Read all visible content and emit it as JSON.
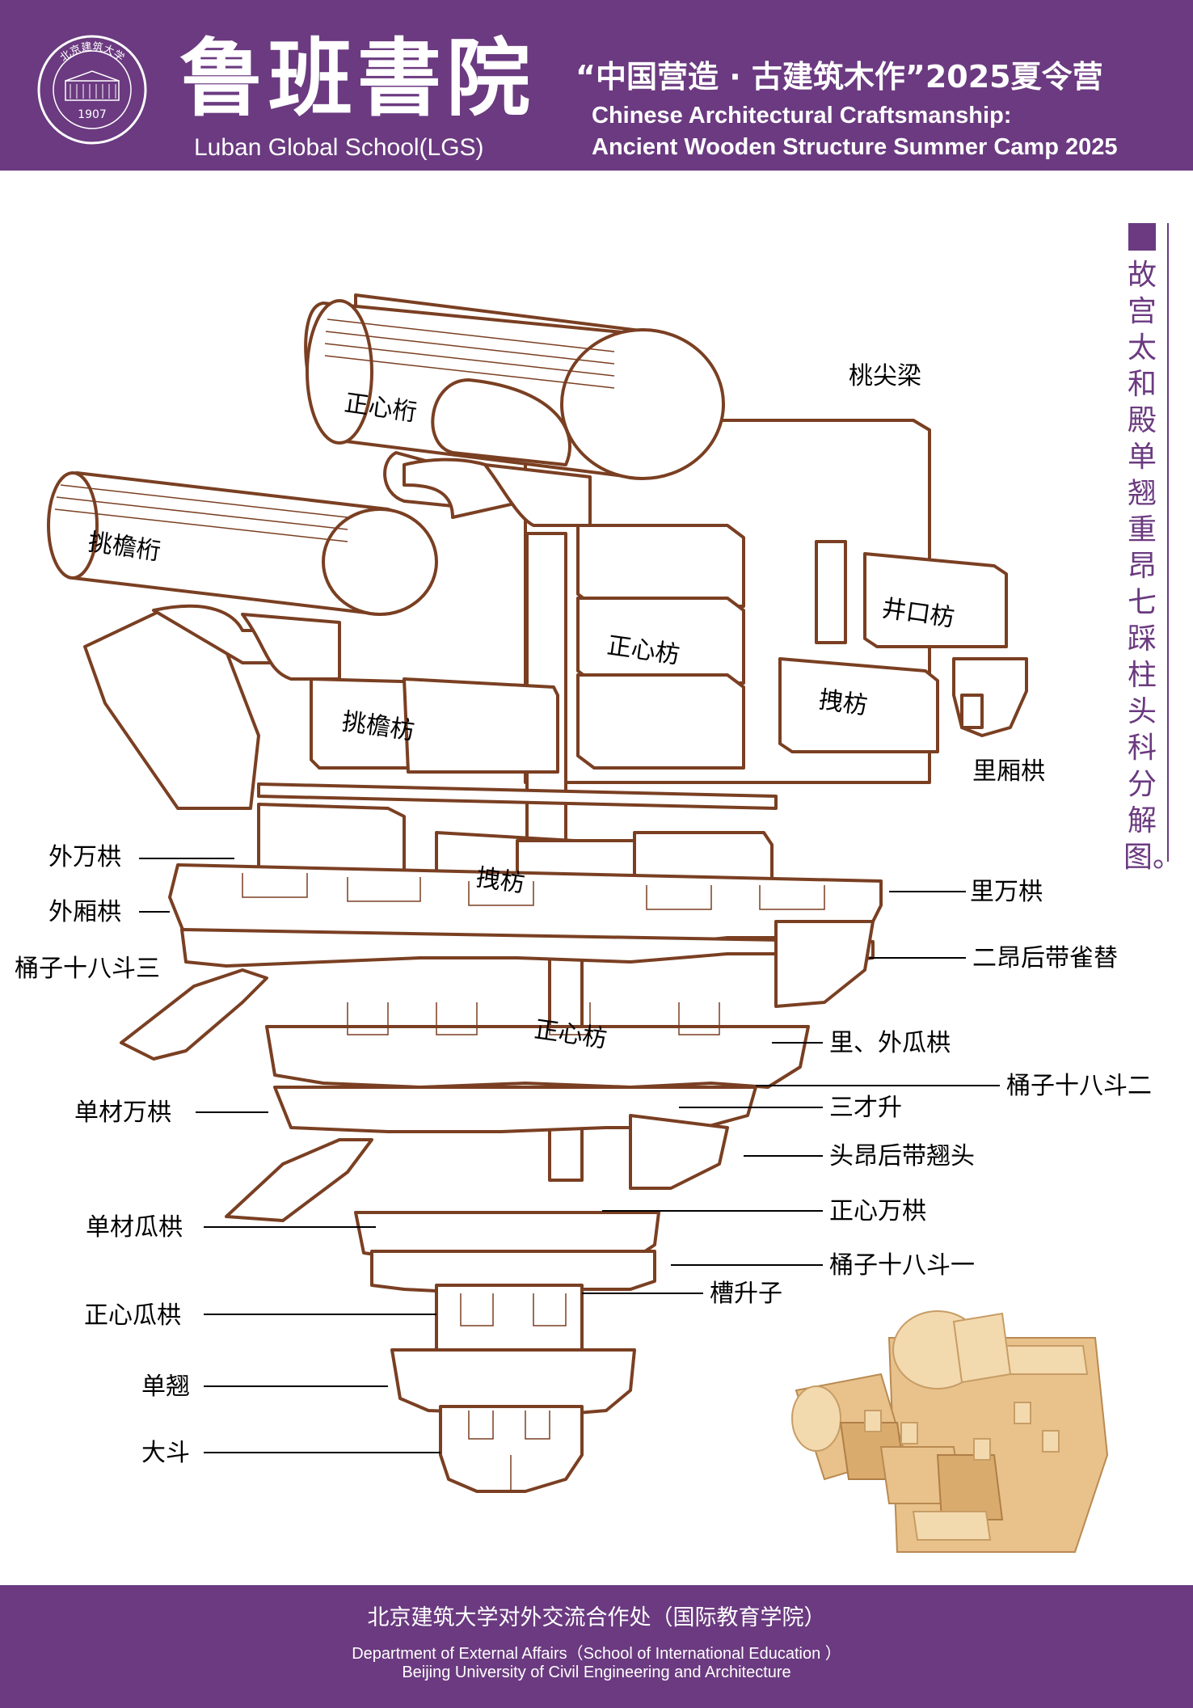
{
  "header": {
    "seal_text": "北京建筑大学",
    "seal_year": "1907",
    "brand_title": "鲁班書院",
    "brand_subtitle": "Luban Global School(LGS)",
    "camp_cn": "“中国营造 · 古建筑木作”2025夏令营",
    "camp_en_line1": "Chinese Architectural Craftsmanship:",
    "camp_en_line2": "Ancient Wooden Structure Summer Camp 2025"
  },
  "diagram": {
    "side_title": "故宫太和殿单翘重昂七踩柱头科分解图。",
    "inner_labels": {
      "zhengxin_heng": "正心桁",
      "tiaoyan_heng": "挑檐桁",
      "zhengxin_fang_top": "正心枋",
      "jingkou_fang": "井口枋",
      "yefang_right": "拽枋",
      "tiaoyan_fang": "挑檐枋",
      "yefang_middle": "拽枋",
      "zhengxin_fang_lower": "正心枋"
    },
    "callouts_left": [
      "外万栱",
      "外厢栱",
      "桶子十八斗三",
      "单材万栱",
      "单材瓜栱",
      "正心瓜栱",
      "单翘",
      "大斗"
    ],
    "callouts_right": [
      "桃尖梁",
      "里厢栱",
      "里万栱",
      "二昂后带雀替",
      "里、外瓜栱",
      "桶子十八斗二",
      "三才升",
      "头昂后带翘头",
      "正心万栱",
      "桶子十八斗一",
      "槽升子"
    ]
  },
  "footer": {
    "line_cn": "北京建筑大学对外交流合作处（国际教育学院）",
    "line_en1": "Department of External Affairs（School of International Education ）",
    "line_en2": "Beijing University of Civil Engineering and Architecture"
  },
  "colors": {
    "brand_purple": "#6b3a80",
    "line_brown": "#7a3f22",
    "wood_light": "#f3d9ae"
  }
}
